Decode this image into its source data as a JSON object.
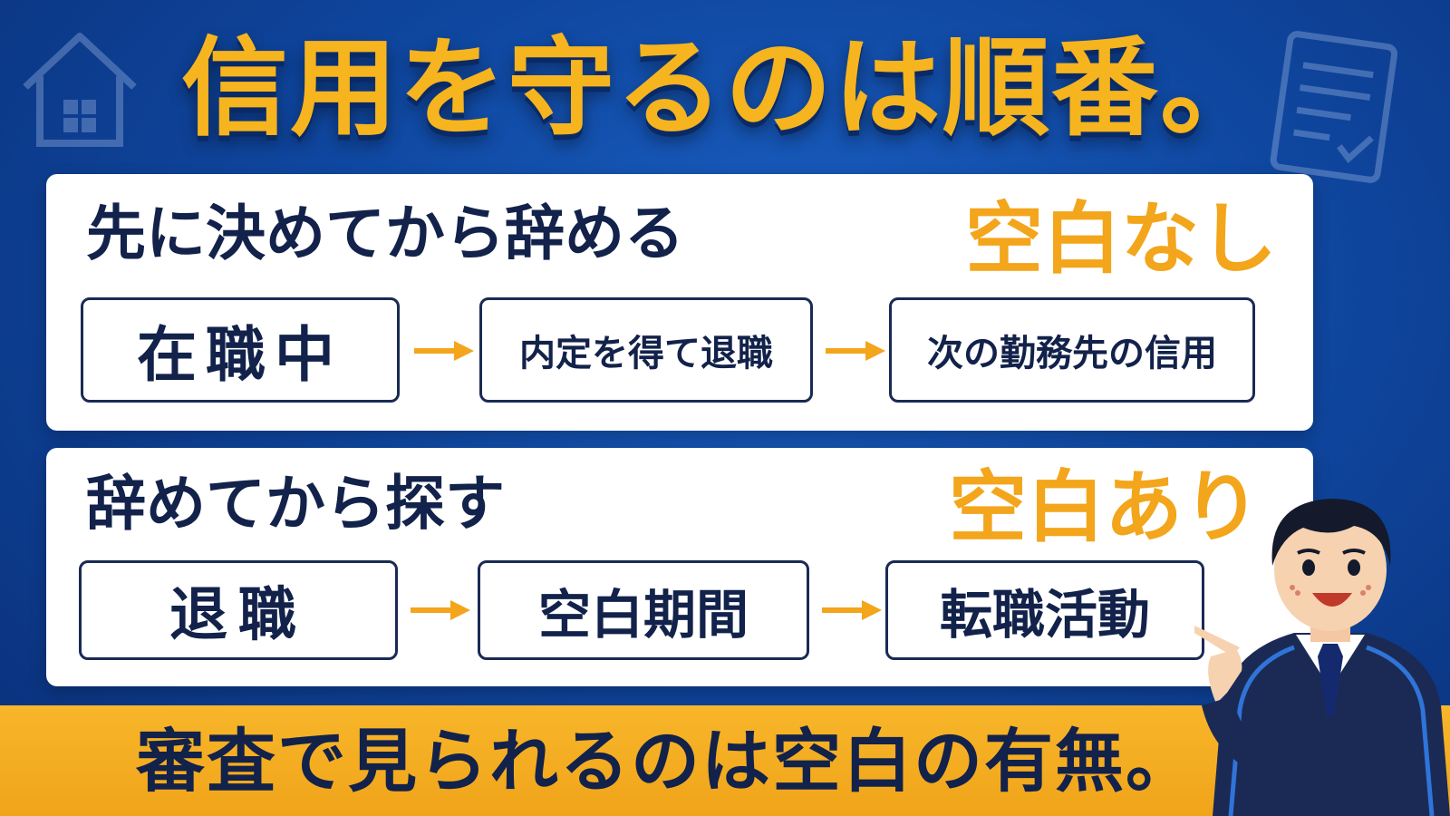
{
  "title": "信用を守るのは順番。",
  "panel_top": {
    "heading": "先に決めてから辞める",
    "tag": "空白なし",
    "steps": [
      "在職中",
      "内定を得て退職",
      "次の勤務先の信用"
    ]
  },
  "panel_bottom": {
    "heading": "辞めてから探す",
    "tag": "空白あり",
    "steps": [
      "退職",
      "空白期間",
      "転職活動"
    ]
  },
  "footer": "審査で見られるのは空白の有無。",
  "colors": {
    "background": "#0f47a0",
    "accent": "#f6b41e",
    "text_dark": "#12224a",
    "panel": "#ffffff"
  },
  "icons": {
    "top_left": "house-icon",
    "top_right": "document-check-icon",
    "flow": "arrow-right-icon"
  }
}
